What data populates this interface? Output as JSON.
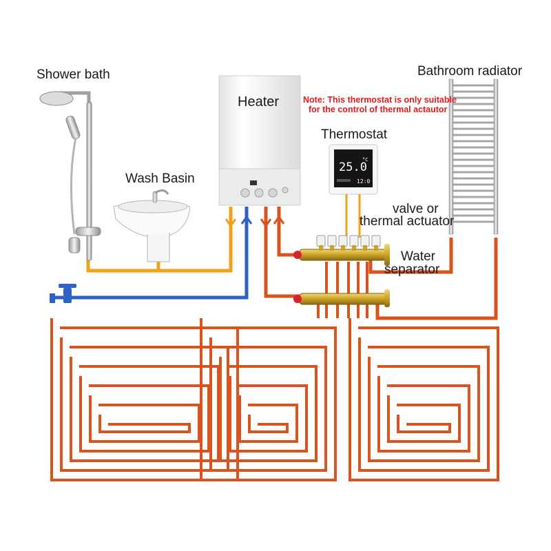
{
  "labels": {
    "shower": "Shower bath",
    "basin": "Wash Basin",
    "heater": "Heater",
    "note_line1": "Note: This thermostat is only suitable",
    "note_line2": "for the control of thermal actautor",
    "thermostat": "Thermostat",
    "radiator": "Bathroom radiator",
    "valve_line1": "valve or",
    "valve_line2": "thermal actuator",
    "separator_line1": "Water",
    "separator_line2": "separator"
  },
  "thermostat_display": {
    "temperature": "25.0",
    "unit": "°C",
    "time": "12:0"
  },
  "colors": {
    "hot_pipe": "#d9531e",
    "hot_pipe_outline": "#9a3412",
    "warm_pipe": "#f0a21b",
    "cold_pipe": "#2e63c6",
    "brass": "#c9a227",
    "heater_body": "#f4f4f4",
    "note_text": "#e01b1b"
  },
  "icons": {
    "shower": "shower-icon",
    "basin": "wash-basin-icon",
    "heater": "boiler-icon",
    "thermostat": "thermostat-icon",
    "radiator": "towel-radiator-icon",
    "manifold": "manifold-icon",
    "tap": "water-tap-icon"
  }
}
